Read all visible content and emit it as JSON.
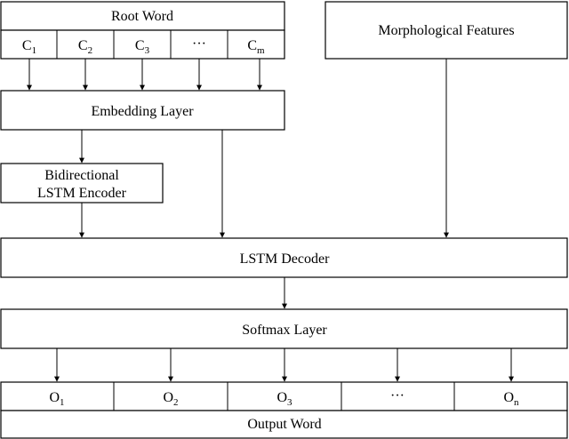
{
  "root_word": {
    "title": "Root Word",
    "chars": [
      {
        "base": "C",
        "sub": "1"
      },
      {
        "base": "C",
        "sub": "2"
      },
      {
        "base": "C",
        "sub": "3"
      },
      {
        "base": "···",
        "sub": ""
      },
      {
        "base": "C",
        "sub": "m"
      }
    ]
  },
  "morph": {
    "label": "Morphological Features"
  },
  "embedding": {
    "label": "Embedding Layer"
  },
  "encoder": {
    "line1": "Bidirectional",
    "line2": "LSTM Encoder"
  },
  "decoder": {
    "label": "LSTM Decoder"
  },
  "softmax": {
    "label": "Softmax Layer"
  },
  "output_word": {
    "title": "Output Word",
    "chars": [
      {
        "base": "O",
        "sub": "1"
      },
      {
        "base": "O",
        "sub": "2"
      },
      {
        "base": "O",
        "sub": "3"
      },
      {
        "base": "···",
        "sub": ""
      },
      {
        "base": "O",
        "sub": "n"
      }
    ]
  }
}
